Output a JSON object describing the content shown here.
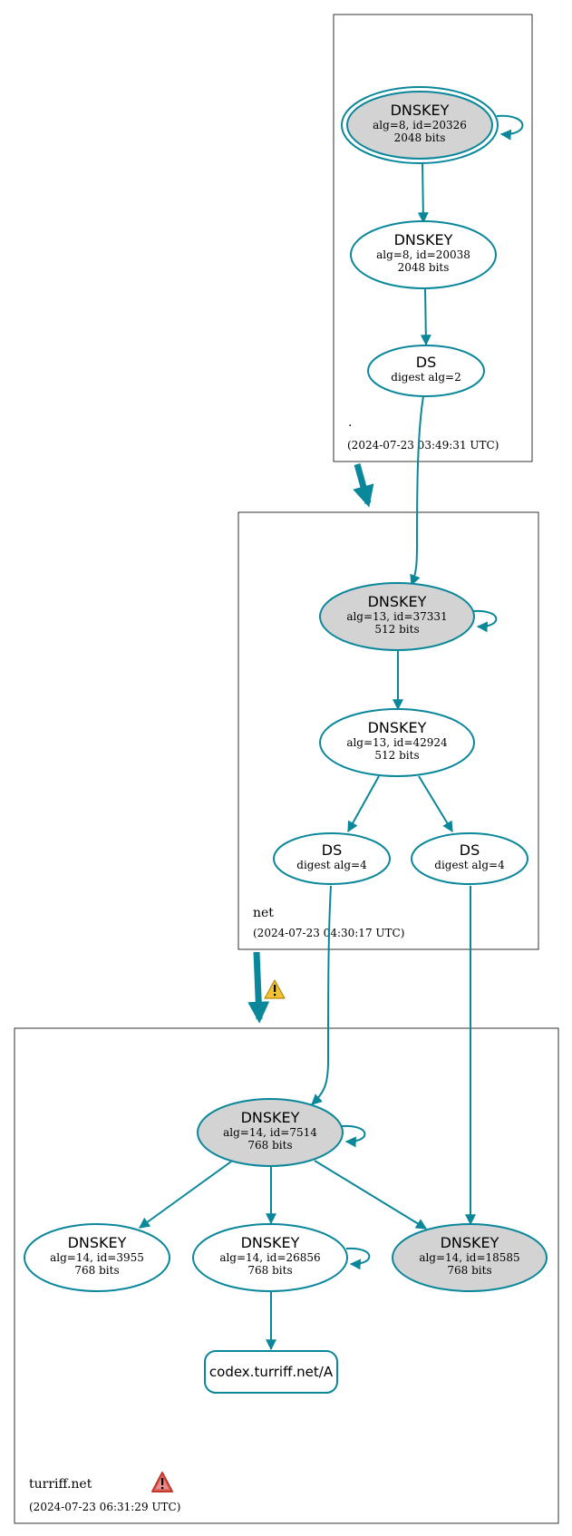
{
  "colors": {
    "edge": "#0a879a",
    "ksk_fill": "#d3d3d3",
    "zone_border": "#000000",
    "warning": "#f1c232",
    "error": "#c0392b"
  },
  "zones": {
    "root": {
      "name": ".",
      "timestamp": "(2024-07-23 03:49:31 UTC)"
    },
    "net": {
      "name": "net",
      "timestamp": "(2024-07-23 04:30:17 UTC)"
    },
    "turriff": {
      "name": "turriff.net",
      "timestamp": "(2024-07-23 06:31:29 UTC)"
    }
  },
  "nodes": {
    "root_ksk": {
      "title": "DNSKEY",
      "line1": "alg=8, id=20326",
      "line2": "2048 bits"
    },
    "root_zsk": {
      "title": "DNSKEY",
      "line1": "alg=8, id=20038",
      "line2": "2048 bits"
    },
    "root_ds": {
      "title": "DS",
      "line1": "digest alg=2"
    },
    "net_ksk": {
      "title": "DNSKEY",
      "line1": "alg=13, id=37331",
      "line2": "512 bits"
    },
    "net_zsk": {
      "title": "DNSKEY",
      "line1": "alg=13, id=42924",
      "line2": "512 bits"
    },
    "net_ds_left": {
      "title": "DS",
      "line1": "digest alg=4"
    },
    "net_ds_right": {
      "title": "DS",
      "line1": "digest alg=4"
    },
    "tn_ksk": {
      "title": "DNSKEY",
      "line1": "alg=14, id=7514",
      "line2": "768 bits"
    },
    "tn_k3955": {
      "title": "DNSKEY",
      "line1": "alg=14, id=3955",
      "line2": "768 bits"
    },
    "tn_k26856": {
      "title": "DNSKEY",
      "line1": "alg=14, id=26856",
      "line2": "768 bits"
    },
    "tn_k18585": {
      "title": "DNSKEY",
      "line1": "alg=14, id=18585",
      "line2": "768 bits"
    },
    "tn_rrset": {
      "label": "codex.turriff.net/A"
    }
  }
}
